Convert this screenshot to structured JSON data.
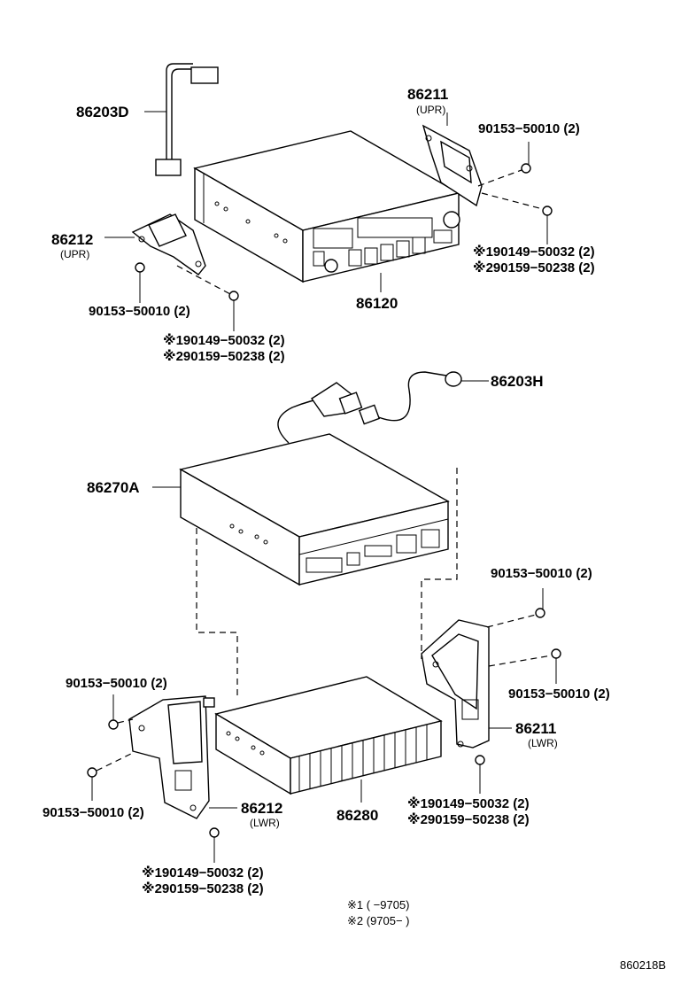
{
  "labels": {
    "p86203D": "86203D",
    "p86211_upr": "86211",
    "p86211_upr_sub": "(UPR)",
    "p90153_top_right": "90153−50010 (2)",
    "p90149_top_right": "※190149−50032 (2)",
    "p90159_top_right": "※290159−50238 (2)",
    "p86212_upr": "86212",
    "p86212_upr_sub": "(UPR)",
    "p90153_top_left": "90153−50010 (2)",
    "p90149_top_left": "※190149−50032 (2)",
    "p90159_top_left": "※290159−50238 (2)",
    "p86120": "86120",
    "p86203H": "86203H",
    "p86270A": "86270A",
    "p90153_mid_right": "90153−50010 (2)",
    "p90153_lower_right": "90153−50010 (2)",
    "p86211_lwr": "86211",
    "p86211_lwr_sub": "(LWR)",
    "p90153_lower_left_top": "90153−50010 (2)",
    "p90153_lower_left_bottom": "90153−50010 (2)",
    "p86212_lwr": "86212",
    "p86212_lwr_sub": "(LWR)",
    "p86280": "86280",
    "p90149_lower_right": "※190149−50032 (2)",
    "p90159_lower_right": "※290159−50238 (2)",
    "p90149_bottom": "※190149−50032 (2)",
    "p90159_bottom": "※290159−50238 (2)"
  },
  "notes": {
    "note1": "※1 (       −9705)",
    "note2": "※2 (9705−       )"
  },
  "figure_id": "860218B"
}
